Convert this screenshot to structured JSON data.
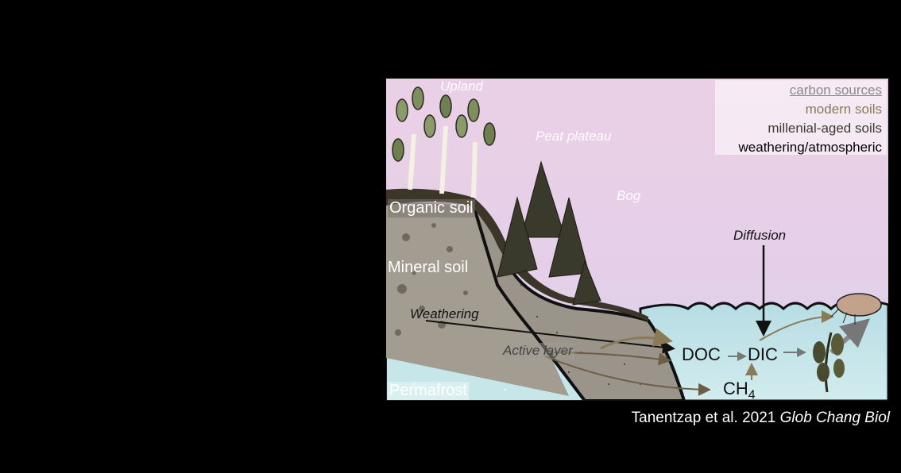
{
  "regions": {
    "upland": "Upland",
    "peat_plateau": "Peat plateau",
    "bog": "Bog"
  },
  "soils": {
    "organic": "Organic soil",
    "mineral": "Mineral soil",
    "permafrost": "Permafrost"
  },
  "processes": {
    "weathering": "Weathering",
    "active_layer": "Active layer",
    "diffusion": "Diffusion"
  },
  "pools": {
    "doc": "DOC",
    "dic": "DIC",
    "ch4_main": "CH",
    "ch4_sub": "4"
  },
  "legend": {
    "title": "carbon sources",
    "items": [
      {
        "label": "modern soils",
        "color": "#8a7a55"
      },
      {
        "label": "millenial-aged soils",
        "color": "#3d3a30"
      },
      {
        "label": "weathering/atmospheric",
        "color": "#000000"
      }
    ]
  },
  "citation": {
    "authors": "Tanentzap et al. 2021",
    "journal": "Glob Chang Biol"
  },
  "colors": {
    "sky_top": "#e8cde6",
    "sky_bottom": "#d2c6e6",
    "water": "#bfe3e8",
    "soil": "#a7a095"
  }
}
